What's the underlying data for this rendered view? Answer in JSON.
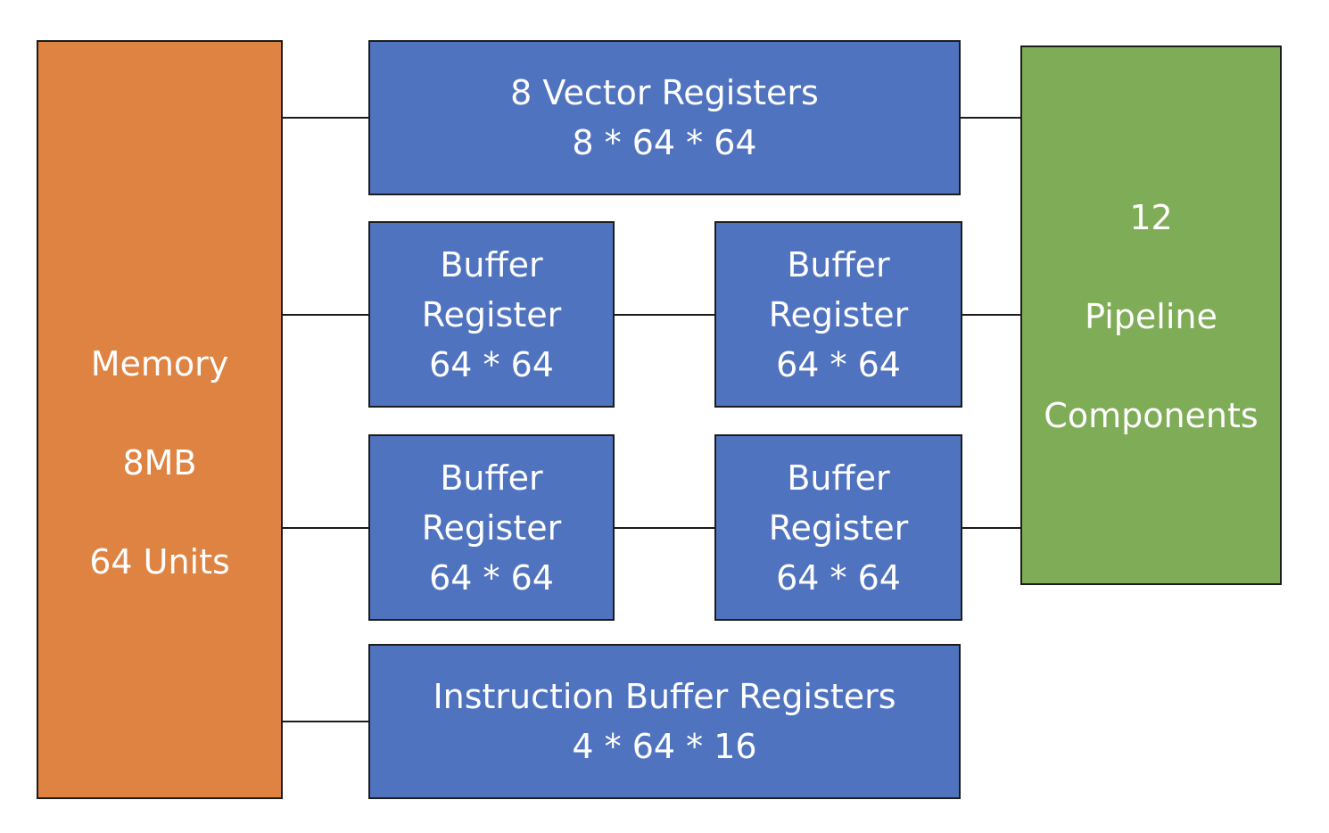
{
  "memory": {
    "lines": [
      "Memory",
      "8MB",
      "64 Units"
    ],
    "color": "#df8343"
  },
  "pipeline": {
    "lines": [
      "12",
      "Pipeline",
      "Components"
    ],
    "color": "#7fac56"
  },
  "vector_registers": {
    "lines": [
      "8 Vector Registers",
      "8 * 64 * 64"
    ],
    "color": "#5073bf"
  },
  "buffer_registers": [
    {
      "lines": [
        "Buffer",
        "Register",
        "64 * 64"
      ]
    },
    {
      "lines": [
        "Buffer",
        "Register",
        "64 * 64"
      ]
    },
    {
      "lines": [
        "Buffer",
        "Register",
        "64 * 64"
      ]
    },
    {
      "lines": [
        "Buffer",
        "Register",
        "64 * 64"
      ]
    }
  ],
  "instruction_buffer_registers": {
    "lines": [
      "Instruction Buffer Registers",
      "4 * 64 * 16"
    ],
    "color": "#5073bf"
  }
}
